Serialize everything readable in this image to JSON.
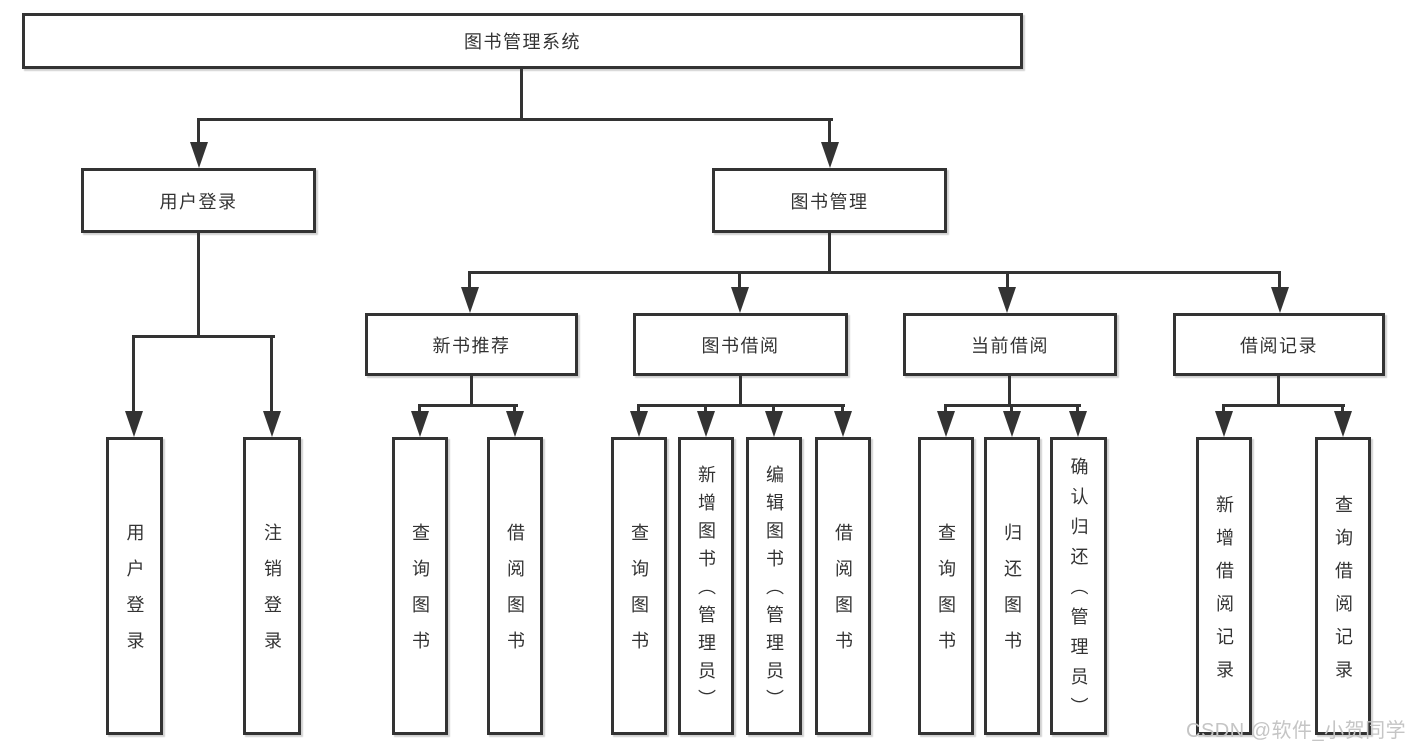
{
  "tree": {
    "root": {
      "label": "图书管理系统"
    },
    "branches": [
      {
        "label": "用户登录",
        "children": [
          {
            "label": "用户登录"
          },
          {
            "label": "注销登录"
          }
        ]
      },
      {
        "label": "图书管理",
        "groups": [
          {
            "label": "新书推荐",
            "children": [
              {
                "label": "查询图书"
              },
              {
                "label": "借阅图书"
              }
            ]
          },
          {
            "label": "图书借阅",
            "children": [
              {
                "label": "查询图书"
              },
              {
                "label": "新增图书（管理员）"
              },
              {
                "label": "编辑图书（管理员）"
              },
              {
                "label": "借阅图书"
              }
            ]
          },
          {
            "label": "当前借阅",
            "children": [
              {
                "label": "查询图书"
              },
              {
                "label": "归还图书"
              },
              {
                "label": "确认归还（管理员）"
              }
            ]
          },
          {
            "label": "借阅记录",
            "children": [
              {
                "label": "新增借阅记录"
              },
              {
                "label": "查询借阅记录"
              }
            ]
          }
        ]
      }
    ]
  },
  "watermark": {
    "text": "CSDN @软件_小贺同学"
  },
  "colors": {
    "line": "#333333",
    "text": "#333333",
    "watermark": "#c5c5c5",
    "background": "#ffffff"
  }
}
